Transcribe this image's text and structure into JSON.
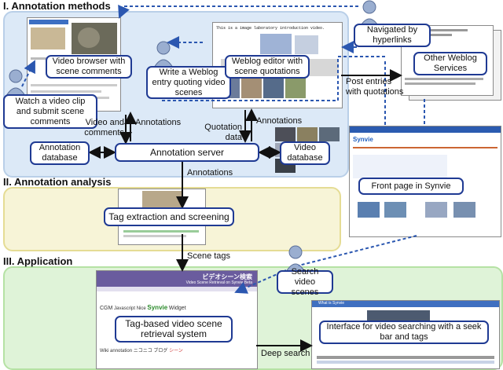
{
  "sections": {
    "s1": "I. Annotation methods",
    "s2": "II. Annotation analysis",
    "s3": "III. Application"
  },
  "boxes": {
    "video_browser": "Video browser with scene comments",
    "write_weblog": "Write a Weblog entry quoting video scenes",
    "weblog_editor": "Weblog editor with scene quotations",
    "watch_video": "Watch a video clip and submit scene comments",
    "navigated": "Navigated by hyperlinks",
    "other_weblog": "Other Weblog Services",
    "annotation_db": "Annotation database",
    "annotation_server": "Annotation server",
    "video_db": "Video database",
    "front_page": "Front page in Synvie",
    "tag_extraction": "Tag extraction and screening",
    "search_scenes": "Search video scenes",
    "tag_retrieval": "Tag-based video scene retrieval system",
    "interface_seek": "Interface for video searching with a seek bar and tags"
  },
  "labels": {
    "post_entries": "Post entries with quotations",
    "video_comments": "Video and comments",
    "annotations_left": "Annotations",
    "quotation_data": "Quotation data",
    "annotations_right": "Annotations",
    "annotations_down": "Annotations",
    "scene_tags": "Scene tags",
    "deep_search": "Deep search"
  },
  "screens": {
    "synvie_logo": "Synvie",
    "retrieval_title": "ビデオシーン検索",
    "retrieval_subtitle": "Video Scene Retrieval on Synvie Beta",
    "tag_cloud": [
      "CGM",
      "Javascript",
      "Nice",
      "Synvie",
      "Widget",
      "Wiki",
      "annotation",
      "ニコニコ",
      "ブログ",
      "シーン"
    ],
    "weblog_text": "This is a image laboratory introduction video.",
    "seek_title": "What is Synvie"
  },
  "colors": {
    "panel1": "#dce9f7",
    "panel2": "#f7f4d7",
    "panel3": "#dff3d8",
    "box_border": "#1f3a93",
    "person": "#9aaed0"
  }
}
